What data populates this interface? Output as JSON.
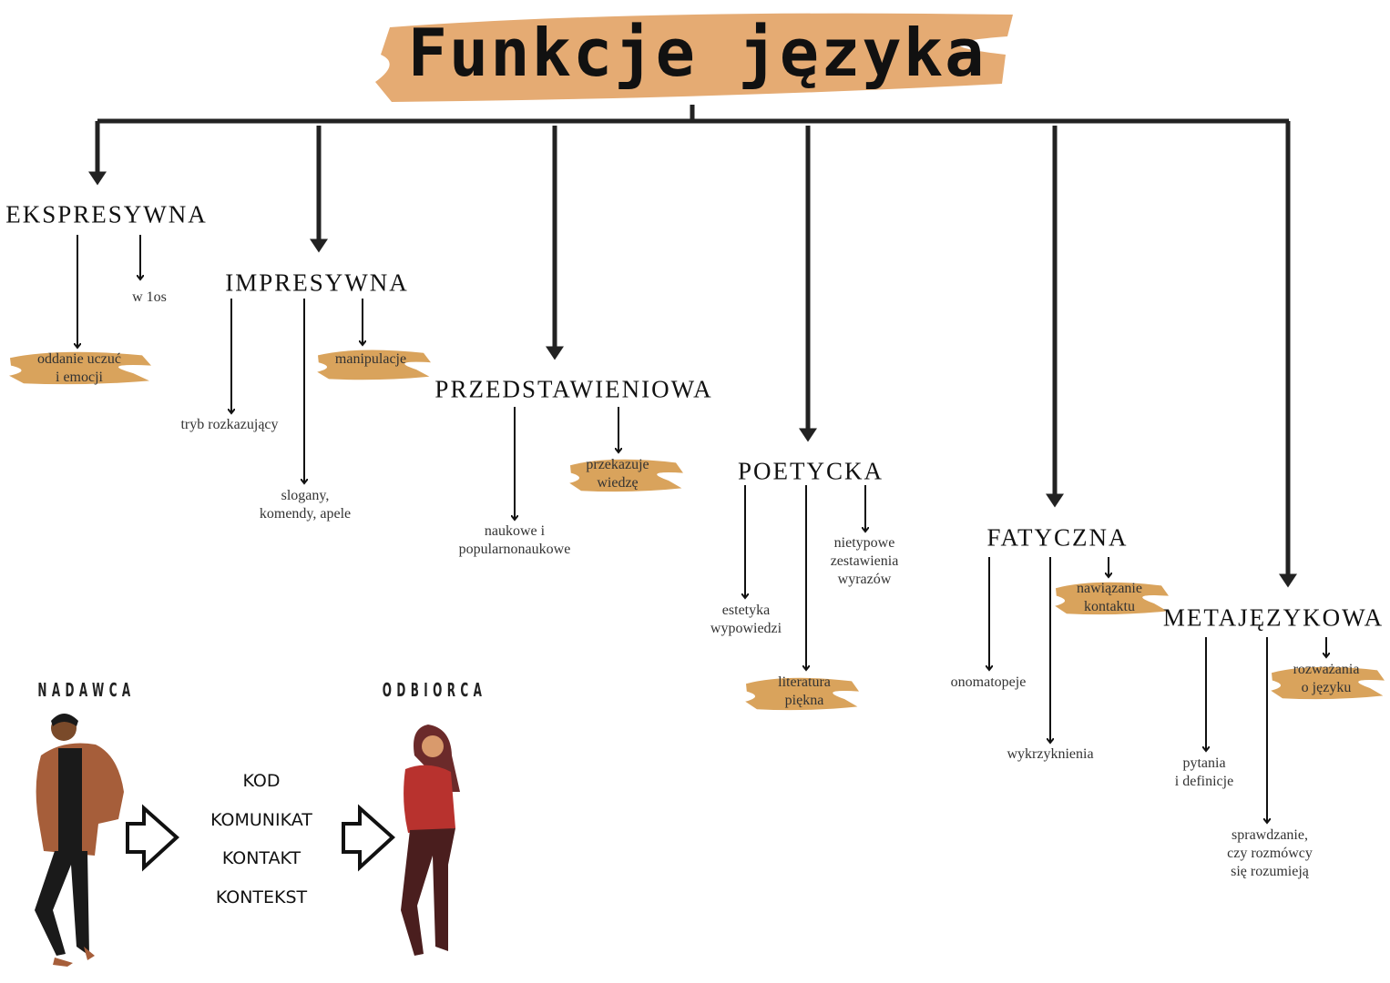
{
  "title": "Funkcje języka",
  "colors": {
    "brush": "#d9a35c",
    "title_brush": "#e5ab73"
  },
  "functions": {
    "ekspresywna": {
      "label": "EKSPRESYWNA",
      "items": [
        "oddanie uczuć\ni emocji",
        "w 1os"
      ]
    },
    "impresywna": {
      "label": "IMPRESYWNA",
      "items": [
        "tryb rozkazujący",
        "slogany,\nkomendy, apele",
        "manipulacje"
      ]
    },
    "przedstawieniowa": {
      "label": "PRZEDSTAWIENIOWA",
      "items": [
        "naukowe i\npopularnonaukowe",
        "przekazuje\nwiedzę"
      ]
    },
    "poetycka": {
      "label": "POETYCKA",
      "items": [
        "estetyka\nwypowiedzi",
        "literatura\npiękna",
        "nietypowe\nzestawienia\nwyrazów"
      ]
    },
    "fatyczna": {
      "label": "FATYCZNA",
      "items": [
        "onomatopeje",
        "wykrzyknienia",
        "nawiązanie\nkontaktu"
      ]
    },
    "metajezykowa": {
      "label": "METAJĘZYKOWA",
      "items": [
        "pytania\ni definicje",
        "sprawdzanie,\nczy rozmówcy\nsię rozumieją",
        "rozważania\no języku"
      ]
    }
  },
  "communication": {
    "sender": "NADAWCA",
    "receiver": "ODBIORCA",
    "elements": [
      "KOD",
      "KOMUNIKAT",
      "KONTAKT",
      "KONTEKST"
    ]
  }
}
